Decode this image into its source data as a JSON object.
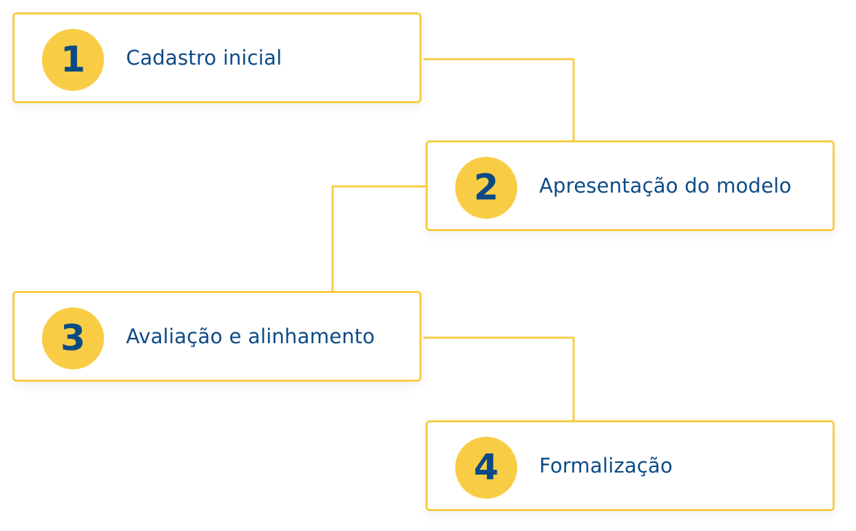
{
  "colors": {
    "accent": "#f8cc45",
    "text": "#0c4a86",
    "connector": "#f8cc45",
    "card_background": "#ffffff"
  },
  "steps": [
    {
      "number": "1",
      "label": "Cadastro inicial"
    },
    {
      "number": "2",
      "label": "Apresentação do modelo"
    },
    {
      "number": "3",
      "label": "Avaliação e alinhamento"
    },
    {
      "number": "4",
      "label": "Formalização"
    }
  ]
}
